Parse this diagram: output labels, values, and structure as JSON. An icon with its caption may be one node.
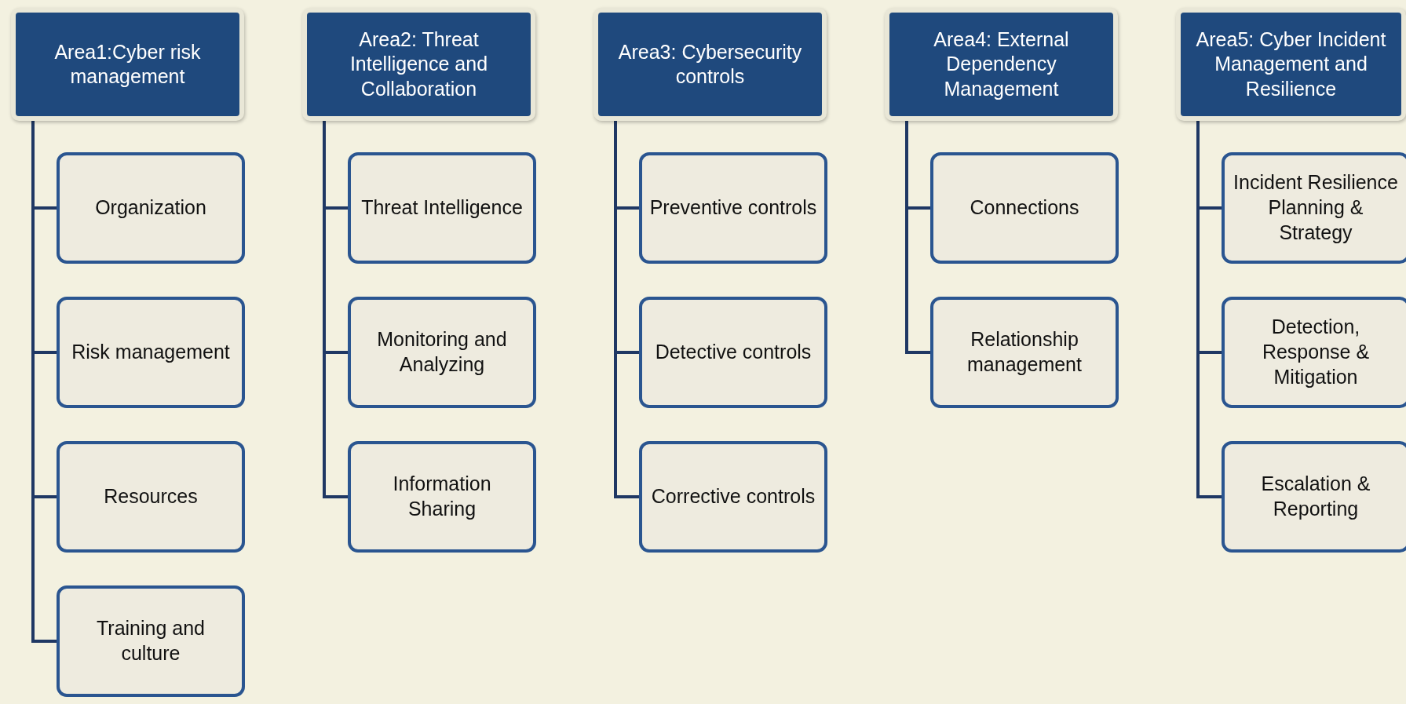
{
  "diagram": {
    "nodes": [
      {
        "text": [
          "Area1:Cyber risk management"
        ]
      },
      {
        "text": [
          "Organization"
        ]
      },
      {
        "text": [
          "Risk management"
        ]
      },
      {
        "text": [
          "Resources"
        ]
      },
      {
        "text": [
          "Training and culture"
        ]
      },
      {
        "text": [
          "Area2: Threat Intelligence and Collaboration"
        ]
      },
      {
        "text": [
          "Threat Intelligence"
        ]
      },
      {
        "text": [
          "Monitoring and Analyzing"
        ]
      },
      {
        "text": [
          "Information Sharing"
        ]
      },
      {
        "text": [
          "Area3: Cybersecurity controls"
        ]
      },
      {
        "text": [
          "Preventive controls"
        ]
      },
      {
        "text": [
          "Detective controls"
        ]
      },
      {
        "text": [
          "Corrective controls"
        ]
      },
      {
        "text": [
          "Area4: External Dependency Management"
        ]
      },
      {
        "text": [
          "Connections"
        ]
      },
      {
        "text": [
          "Relationship management"
        ]
      },
      {
        "text": [
          "Area5: Cyber Incident Management and Resilience"
        ]
      },
      {
        "text": [
          "Incident Resilience Planning & Strategy"
        ]
      },
      {
        "text": [
          "Detection, Response & Mitigation"
        ]
      },
      {
        "text": [
          "Escalation & Reporting"
        ]
      }
    ],
    "edges": [
      {
        "from": 0,
        "to": 1,
        "arrow": "none"
      },
      {
        "from": 0,
        "to": 2,
        "arrow": "none"
      },
      {
        "from": 0,
        "to": 3,
        "arrow": "none"
      },
      {
        "from": 0,
        "to": 4,
        "arrow": "none"
      },
      {
        "from": 5,
        "to": 6,
        "arrow": "none"
      },
      {
        "from": 5,
        "to": 7,
        "arrow": "none"
      },
      {
        "from": 5,
        "to": 8,
        "arrow": "none"
      },
      {
        "from": 9,
        "to": 10,
        "arrow": "none"
      },
      {
        "from": 9,
        "to": 11,
        "arrow": "none"
      },
      {
        "from": 9,
        "to": 12,
        "arrow": "none"
      },
      {
        "from": 13,
        "to": 14,
        "arrow": "none"
      },
      {
        "from": 13,
        "to": 15,
        "arrow": "none"
      },
      {
        "from": 16,
        "to": 17,
        "arrow": "none"
      },
      {
        "from": 16,
        "to": 18,
        "arrow": "none"
      },
      {
        "from": 16,
        "to": 19,
        "arrow": "none"
      }
    ]
  }
}
